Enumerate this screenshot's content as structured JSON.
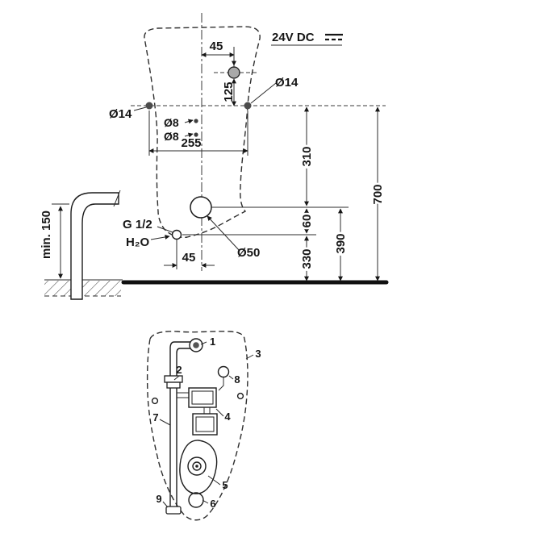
{
  "figure_top": {
    "dims": {
      "top_offset": "45",
      "hole_vertical": "125",
      "hole_spacing": "255",
      "upper_height": "310",
      "total_height": "700",
      "outlet_gap": "60",
      "outlet_height": "390",
      "inlet_height": "330",
      "inlet_offset": "45",
      "min_clearance": "min. 150"
    },
    "labels": {
      "power": "24V DC",
      "dia14_left": "Ø14",
      "dia14_right": "Ø14",
      "dia8_upper": "Ø8",
      "dia8_lower": "Ø8",
      "dia50": "Ø50",
      "thread": "G 1/2",
      "water": "H₂O"
    }
  },
  "figure_bottom": {
    "callouts": [
      "1",
      "2",
      "3",
      "4",
      "5",
      "6",
      "7",
      "8",
      "9"
    ]
  }
}
